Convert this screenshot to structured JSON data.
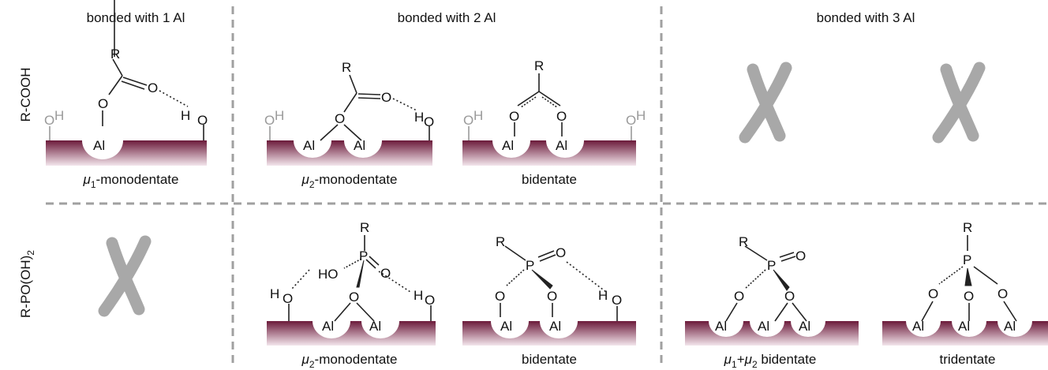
{
  "headers": {
    "col1": "bonded with 1 Al",
    "col2": "bonded with 2 Al",
    "col3": "bonded with 3 Al"
  },
  "rows": {
    "row1": "R-COOH",
    "row2_main": "R-PO(OH)",
    "row2_sub": "2"
  },
  "labels": {
    "a_mu": "μ",
    "a_sub": "1",
    "a_text": "-monodentate",
    "b_mu": "μ",
    "b_sub": "2",
    "b_text": "-monodentate",
    "c": "bidentate",
    "d_mu": "μ",
    "d_sub": "2",
    "d_text": "-monodentate",
    "e": "bidentate",
    "f_mu1": "μ",
    "f_sub1": "1",
    "f_plus": "+",
    "f_mu2": "μ",
    "f_sub2": "2",
    "f_text": " bidentate",
    "g": "tridentate"
  },
  "atoms": {
    "R": "R",
    "O": "O",
    "H": "H",
    "Al": "Al",
    "P": "P",
    "HO": "HO"
  },
  "colors": {
    "surface_top": "#6b1a3a",
    "surface_bottom": "#f3e6ec",
    "divider": "#a0a0a0",
    "cross": "#a8a8a8"
  }
}
